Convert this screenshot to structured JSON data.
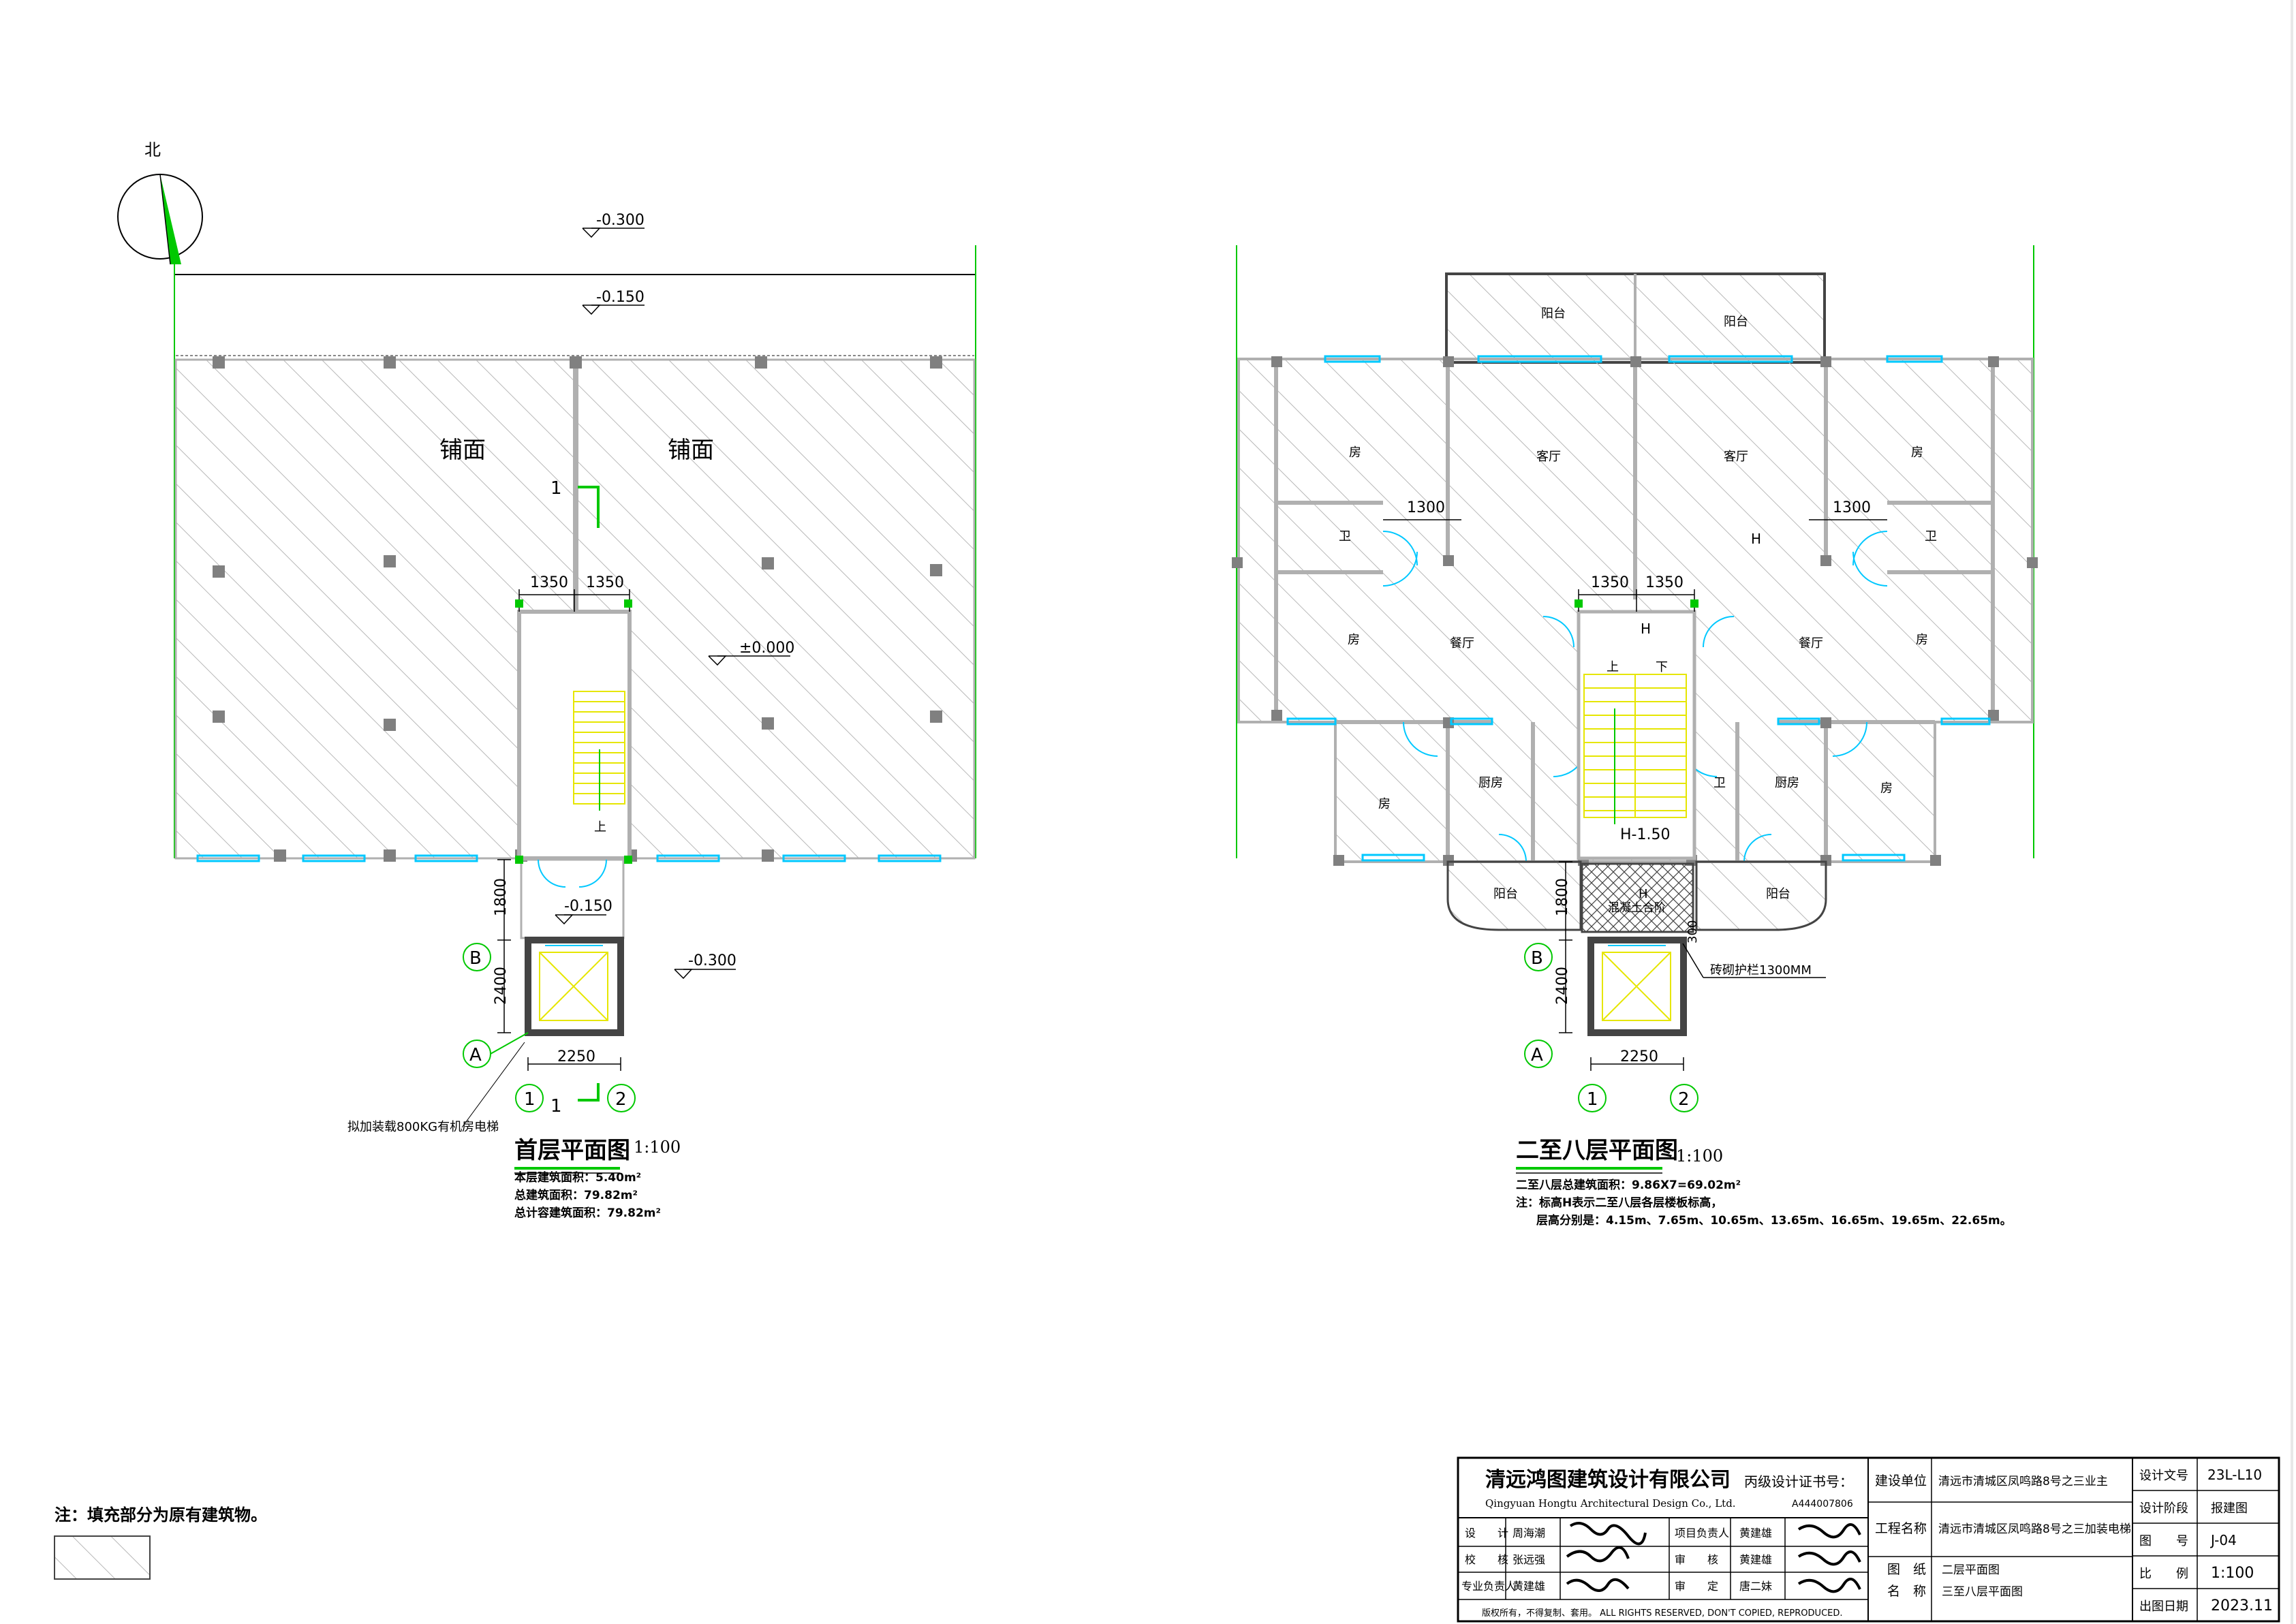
{
  "north_label": "北",
  "ground": {
    "title": "首层平面图",
    "scale": "1:100",
    "levels": [
      "-0.300",
      "-0.150",
      "±0.000",
      "-0.150",
      "-0.300"
    ],
    "shop_labels": [
      "铺面",
      "铺面"
    ],
    "stair_label": "上",
    "section_mark": "1",
    "dims": [
      "1350",
      "1350",
      "1800",
      "2400",
      "2250"
    ],
    "axes": [
      "A",
      "B",
      "1",
      "2"
    ],
    "elevator_note": "拟加装载800KG有机房电梯",
    "area_notes": [
      "本层建筑面积：5.40m²",
      "总建筑面积：79.82m²",
      "总计容建筑面积：79.82m²"
    ]
  },
  "upper": {
    "title": "二至八层平面图",
    "scale": "1:100",
    "rooms": {
      "balcony": "阳台",
      "living": "客厅",
      "bedroom": "房",
      "toilet": "卫",
      "dining": "餐厅",
      "kitchen": "厨房"
    },
    "dims": [
      "1300",
      "1300",
      "1350",
      "1350",
      "1800",
      "2400",
      "2250",
      "300"
    ],
    "levels": [
      "H",
      "H",
      "H",
      "H-1.50"
    ],
    "stair_up": "上",
    "stair_down": "下",
    "concrete_label": "混凝土合阶",
    "rail_note": "砖砌护栏1300MM",
    "axes": [
      "A",
      "B",
      "1",
      "2"
    ],
    "area_notes": [
      "二至八层总建筑面积：9.86X7=69.02m²",
      "注：标高H表示二至八层各层楼板标高，",
      "层高分别是：4.15m、7.65m、10.65m、13.65m、16.65m、19.65m、22.65m。"
    ]
  },
  "legend_note": "注：填充部分为原有建筑物。",
  "title_block": {
    "company_cn": "清远鸿图建筑设计有限公司",
    "company_en": "Qingyuan  Hongtu Architectural Design Co., Ltd.",
    "cert_label": "丙级设计证书号：",
    "cert_no": "A444007806",
    "rows": [
      {
        "role": "设　　计",
        "name": "周海潮",
        "role2": "项目负责人",
        "name2": "黄建雄"
      },
      {
        "role": "校　　核",
        "name": "张远强",
        "role2": "审　　核",
        "name2": "黄建雄"
      },
      {
        "role": "专业负责人",
        "name": "黄建雄",
        "role2": "审　　定",
        "name2": "唐二妹"
      }
    ],
    "copyright": "版权所有，不得复制、套用。    ALL RIGHTS RESERVED, DON'T COPIED, REPRODUCED.",
    "client_label": "建设单位",
    "client": "清远市清城区凤鸣路8号之三业主",
    "project_label": "工程名称",
    "project": "清远市清城区凤鸣路8号之三加装电梯",
    "drawing_name_label1": "图　纸",
    "drawing_name_label2": "名　称",
    "drawing_name1": "二层平面图",
    "drawing_name2": "三至八层平面图",
    "doc_no_label": "设计文号",
    "doc_no": "23L-L10",
    "stage_label": "设计阶段",
    "stage": "报建图",
    "sheet_no_label": "图　　号",
    "sheet_no": "J-04",
    "scale_label": "比　　例",
    "scale": "1:100",
    "date_label": "出图日期",
    "date": "2023.11"
  },
  "colors": {
    "wall": "#b0b0b0",
    "column": "#808080",
    "green": "#00c800",
    "cyan": "#00c8ff",
    "yellow": "#e6e600",
    "hatch": "#b8b8b8"
  }
}
